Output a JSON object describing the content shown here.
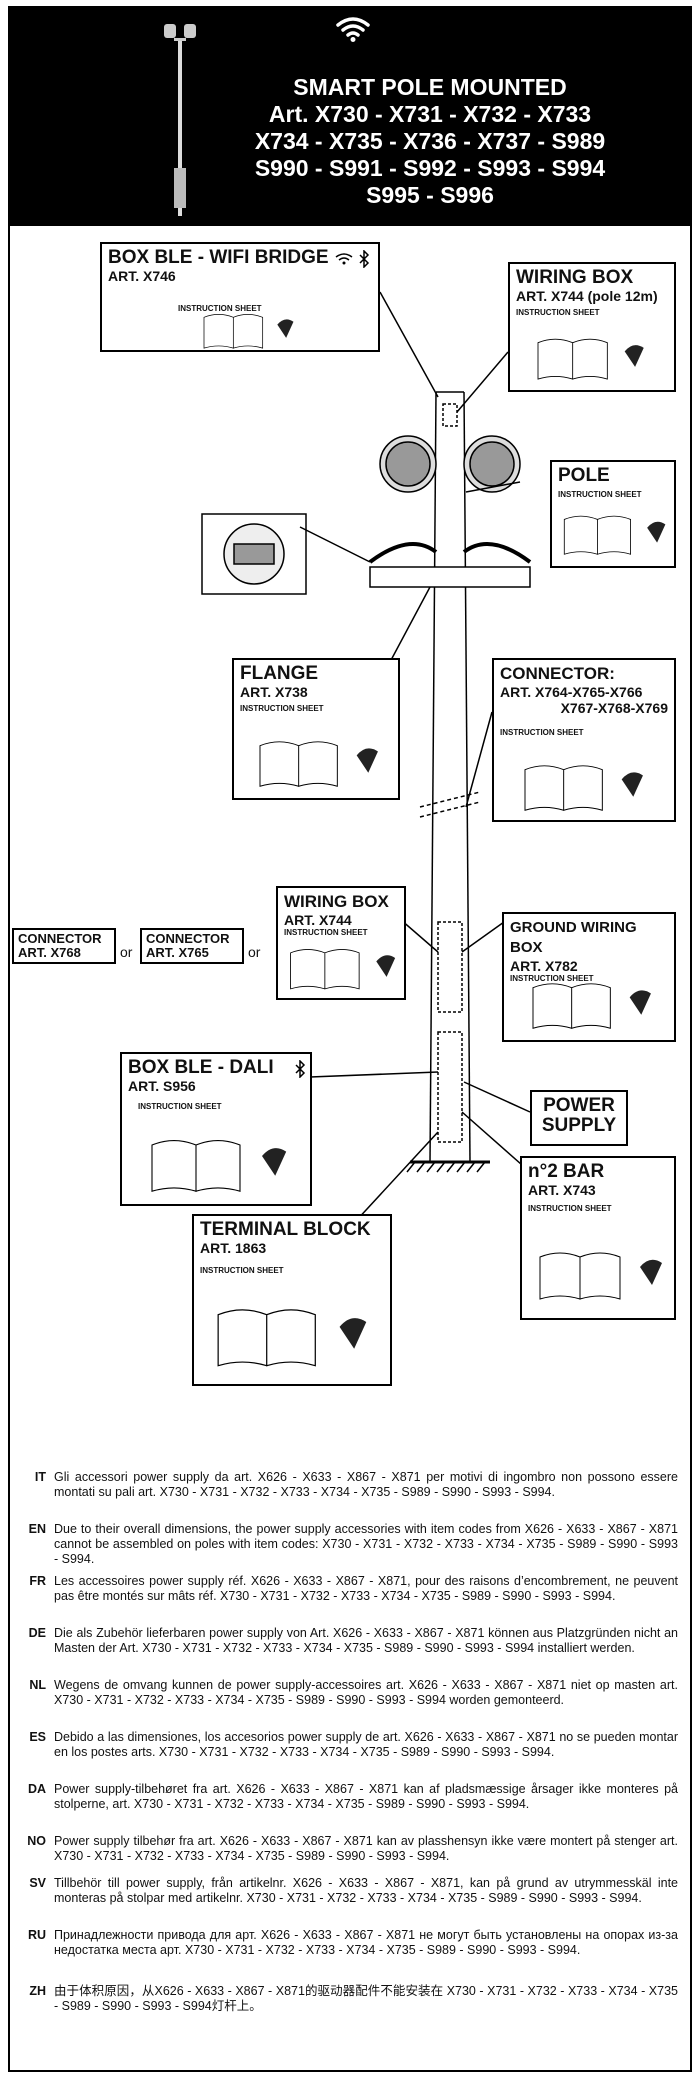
{
  "header": {
    "titles": [
      "SMART POLE MOUNTED",
      "Art. X730 - X731 - X732 - X733",
      "X734 - X735 - X736 - X737 - S989",
      "S990 - S991 - S992 - S993 - S994",
      "S995 - S996"
    ]
  },
  "callouts": {
    "box_ble_wifi": {
      "title": "BOX BLE - WIFI BRIDGE",
      "art": "ART. X746",
      "sheet": "INSTRUCTION SHEET"
    },
    "wiring_box_top": {
      "title": "WIRING BOX",
      "art": "ART. X744 (pole 12m)",
      "sheet": "INSTRUCTION SHEET"
    },
    "pole": {
      "title": "POLE",
      "sheet": "INSTRUCTION SHEET"
    },
    "flange": {
      "title": "FLANGE",
      "art": "ART. X738",
      "sheet": "INSTRUCTION SHEET"
    },
    "connector": {
      "title": "CONNECTOR:",
      "art1": "ART. X764-X765-X766",
      "art2": "X767-X768-X769",
      "sheet": "INSTRUCTION SHEET"
    },
    "wiring_box_mid": {
      "title": "WIRING BOX",
      "art": "ART. X744",
      "sheet": "INSTRUCTION SHEET"
    },
    "ground_wiring_box": {
      "title": "GROUND WIRING BOX",
      "art": "ART. X782",
      "sheet": "INSTRUCTION SHEET"
    },
    "box_ble_dali": {
      "title": "BOX BLE - DALI",
      "art": "ART. S956",
      "sheet": "INSTRUCTION SHEET"
    },
    "power_supply": {
      "line1": "POWER",
      "line2": "SUPPLY"
    },
    "n2_bar": {
      "title": "n°2 BAR",
      "art": "ART. X743",
      "sheet": "INSTRUCTION SHEET"
    },
    "terminal_block": {
      "title": "TERMINAL BLOCK",
      "art": "ART. 1863",
      "sheet": "INSTRUCTION SHEET"
    },
    "connector_x768": {
      "line1": "CONNECTOR",
      "line2": "ART. X768"
    },
    "connector_x765": {
      "line1": "CONNECTOR",
      "line2": "ART. X765"
    },
    "or": "or"
  },
  "notes": [
    {
      "code": "IT",
      "text": "Gli accessori power supply da art. X626 - X633 - X867 - X871 per motivi di ingombro non possono essere montati su pali art. X730 - X731 - X732 - X733 - X734 - X735 - S989 - S990 - S993 - S994."
    },
    {
      "code": "EN",
      "text": "Due to their overall dimensions, the power supply accessories with item codes from X626 - X633 - X867 - X871 cannot be assembled on poles with item codes: X730 - X731 - X732 - X733 - X734 - X735 - S989 - S990 - S993 - S994."
    },
    {
      "code": "FR",
      "text": "Les accessoires power supply réf. X626 - X633 - X867 - X871, pour des raisons d’encombrement, ne peuvent pas être montés sur mâts réf. X730 - X731 - X732 - X733 - X734 - X735 - S989 - S990 - S993 - S994."
    },
    {
      "code": "DE",
      "text": "Die als Zubehör lieferbaren power supply von Art. X626 - X633 - X867 - X871 können aus Platzgründen nicht an Masten der Art. X730 - X731 - X732 - X733 - X734 - X735 - S989 - S990 - S993 - S994 installiert werden."
    },
    {
      "code": "NL",
      "text": "Wegens de omvang kunnen de power supply-accessoires art. X626 - X633 - X867 - X871 niet op masten art. X730 - X731 - X732 - X733 - X734 - X735 - S989 - S990 - S993 - S994 worden gemonteerd."
    },
    {
      "code": "ES",
      "text": "Debido a las dimensiones, los accesorios power supply de art. X626 - X633 - X867 - X871 no se pueden montar en los postes arts. X730 - X731 - X732 - X733 - X734 - X735 - S989 - S990 - S993 - S994."
    },
    {
      "code": "DA",
      "text": "Power supply-tilbehøret fra art. X626 - X633 - X867 - X871 kan af pladsmæssige årsager ikke monteres på stolperne, art. X730 - X731 - X732 - X733 - X734 - X735 - S989 - S990 - S993 - S994."
    },
    {
      "code": "NO",
      "text": "Power supply tilbehør fra art. X626 - X633 - X867 - X871 kan av plasshensyn ikke være montert på stenger art. X730 - X731 - X732 - X733 - X734 - X735 - S989 - S990 - S993 - S994."
    },
    {
      "code": "SV",
      "text": "Tillbehör till power supply, från artikelnr. X626 - X633 - X867 - X871, kan på grund av utrymmesskäl inte monteras på stolpar med artikelnr. X730 - X731 - X732 - X733 - X734 - X735 - S989 - S990 - S993 - S994."
    },
    {
      "code": "RU",
      "text": "Принадлежности привода для арт. X626 - X633 - X867 - X871 не могут быть установлены на опорах из-за недостатка места арт. X730 - X731 - X732 - X733 - X734 - X735 - S989 - S990 - S993 - S994."
    },
    {
      "code": "ZH",
      "text": "由于体积原因，从X626 - X633 - X867 - X871的驱动器配件不能安装在 X730 - X731 - X732 - X733 - X734 - X735 - S989 - S990 - S993 - S994灯杆上。"
    }
  ]
}
